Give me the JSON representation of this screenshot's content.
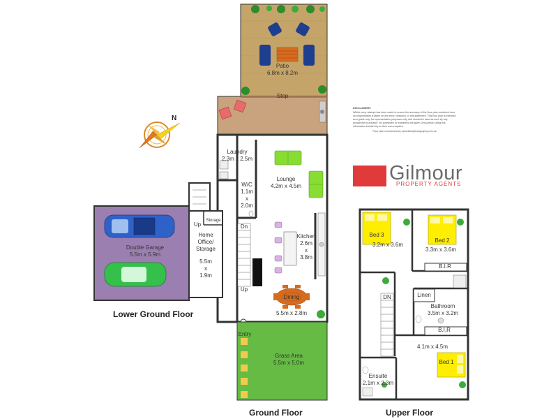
{
  "colors": {
    "patio": "#c4a469",
    "step": "#c8a37d",
    "garage": "#9b7fb0",
    "grass": "#66bb44",
    "wall": "#333333",
    "brand_red": "#e03a3a",
    "brand_grey": "#6b6b6b",
    "bed_yellow": "#ffee00",
    "sofa_green": "#88dd33"
  },
  "compass": {
    "north": "N"
  },
  "rooms": {
    "patio": {
      "name": "Patio",
      "size": "6.8m x 8.2m"
    },
    "step": {
      "name": "Step"
    },
    "laundry": {
      "name": "Laundry",
      "size": "2.3m x 2.5m"
    },
    "lounge": {
      "name": "Lounge",
      "size": "4.2m x 4.5m"
    },
    "wc": {
      "name": "W/C",
      "size_lines": [
        "1.1m",
        "x",
        "2.0m"
      ]
    },
    "kitchen": {
      "name": "Kitchen",
      "size_lines": [
        "2.6m",
        "x",
        "3.8m"
      ]
    },
    "dining": {
      "name": "Dining",
      "size": "5.5m x 2.8m"
    },
    "entry": {
      "name": "Entry"
    },
    "grass": {
      "name": "Grass Area",
      "size": "5.5m x 5.0m"
    },
    "double_garage": {
      "name": "Double Garage",
      "size": "5.5m x 5.9m"
    },
    "home_office": {
      "name_lines": [
        "Home",
        "Office/",
        "Storage"
      ],
      "size_lines": [
        "5.5m",
        "x",
        "1.9m"
      ]
    },
    "storage": {
      "name": "Storage"
    },
    "bed3": {
      "name": "Bed 3",
      "size": "3.2m x 3.6m"
    },
    "bed2": {
      "name": "Bed 2",
      "size": "3.3m x 3.6m"
    },
    "bir_upper": {
      "name": "B.I.R"
    },
    "linen": {
      "name": "Linen"
    },
    "bathroom": {
      "name": "Bathroom",
      "size": "3.5m x 3.2m"
    },
    "bir_lower": {
      "name": "B.I.R"
    },
    "bed1": {
      "name": "Bed 1",
      "size": "4.1m x 4.5m"
    },
    "ensuite": {
      "name": "Ensuite",
      "size": "2.1m x 2.3m"
    }
  },
  "stairs": {
    "ground_dn": "Dn",
    "ground_up": "Up",
    "lower_up": "Up",
    "upper_dn": "DN"
  },
  "floors": {
    "lower": "Lower Ground Floor",
    "ground": "Ground Floor",
    "upper": "Upper Floor"
  },
  "disclaimer": {
    "heading": "DISCLAIMER:",
    "body": "Whilst every attempt has been made to ensure the accuracy of the floor plan contained here, no responsibility is taken for any error, omission, or mis-statement. This floor plan is intended as a guide only, for representation purposes only, and should be used as such by any prospective purchaser. No guarantee or warranties are given. Any person using this information should rely on their own enquires.",
    "credit": "Floor plan constructed by: jasmalfordphotography.com.au"
  },
  "brand": {
    "name": "Gilmour",
    "tagline": "PROPERTY AGENTS"
  }
}
